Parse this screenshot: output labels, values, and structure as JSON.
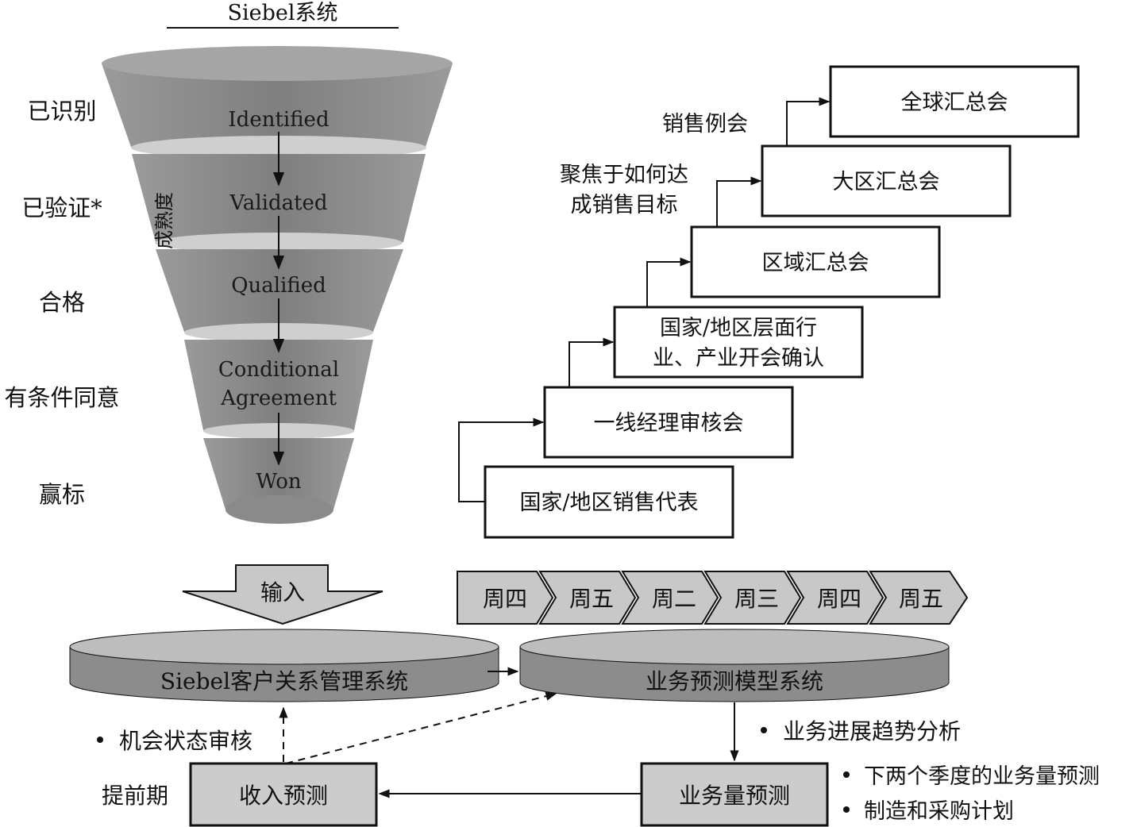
{
  "funnel": {
    "title": "Siebel系统",
    "stages_en": [
      "Identified",
      "Validated",
      "Qualified",
      "Conditional",
      "Agreement",
      "Won"
    ],
    "stages_cn": [
      "已识别",
      "已验证*",
      "合格",
      "有条件同意",
      "赢标"
    ],
    "maturity_label": "成熟度"
  },
  "stairs": {
    "steps": [
      "国家/地区销售代表",
      "一线经理审核会",
      "国家/地区层面行",
      "业、产业开会确认",
      "区域汇总会",
      "大区汇总会",
      "全球汇总会"
    ],
    "note_meeting": "销售例会",
    "note_focus_1": "聚焦于如何达",
    "note_focus_2": "成销售目标"
  },
  "input_label": "输入",
  "days": [
    "周四",
    "周五",
    "周二",
    "周三",
    "周四",
    "周五"
  ],
  "crm_system": "Siebel客户关系管理系统",
  "forecast_system": "业务预测模型系统",
  "bullet_opportunity": "机会状态审核",
  "bullet_trend": "业务进展趋势分析",
  "bullets_volume": [
    "下两个季度的业务量预测",
    "制造和采购计划"
  ],
  "lead_time": "提前期",
  "revenue_forecast": "收入预测",
  "volume_forecast": "业务量预测",
  "colors": {
    "funnel": "#8f8f8f",
    "box_fill": "#cccccc",
    "cylinder": "#909090",
    "stroke": "#111111"
  }
}
